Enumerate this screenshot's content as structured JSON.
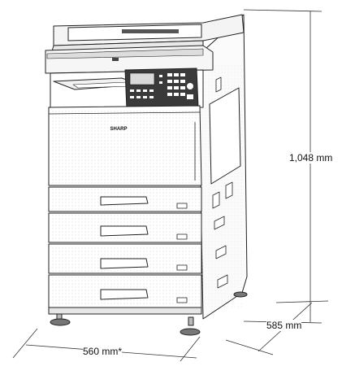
{
  "dimensions": {
    "height": "1,048 mm",
    "depth": "585 mm",
    "width": "560 mm*"
  },
  "device": {
    "brand": "SHARP"
  },
  "colors": {
    "line": "#222222",
    "body": "#ffffff",
    "panel_dark": "#2a2a2a",
    "dots": "#d8d8d8"
  }
}
